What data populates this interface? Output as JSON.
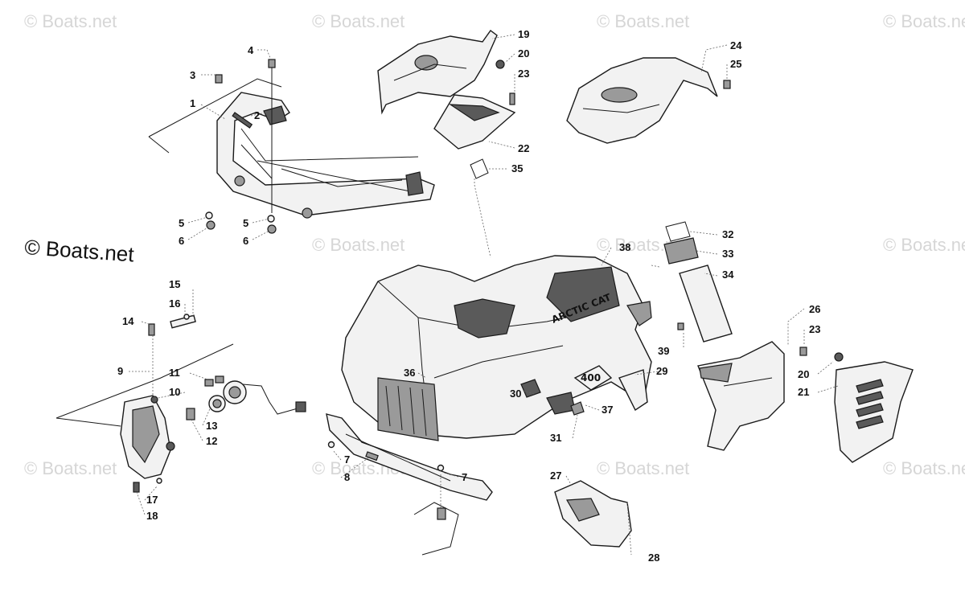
{
  "diagram": {
    "watermark_text": "© Boats.net",
    "decal_text_1": "ARCTIC CAT",
    "decal_text_2": "400",
    "callouts": [
      {
        "id": "c1",
        "label": "1"
      },
      {
        "id": "c2",
        "label": "2"
      },
      {
        "id": "c3",
        "label": "3"
      },
      {
        "id": "c4",
        "label": "4"
      },
      {
        "id": "c5a",
        "label": "5"
      },
      {
        "id": "c6a",
        "label": "6"
      },
      {
        "id": "c5b",
        "label": "5"
      },
      {
        "id": "c6b",
        "label": "6"
      },
      {
        "id": "c7a",
        "label": "7"
      },
      {
        "id": "c7b",
        "label": "7"
      },
      {
        "id": "c8",
        "label": "8"
      },
      {
        "id": "c9",
        "label": "9"
      },
      {
        "id": "c10",
        "label": "10"
      },
      {
        "id": "c11",
        "label": "11"
      },
      {
        "id": "c12",
        "label": "12"
      },
      {
        "id": "c13",
        "label": "13"
      },
      {
        "id": "c14",
        "label": "14"
      },
      {
        "id": "c15",
        "label": "15"
      },
      {
        "id": "c16",
        "label": "16"
      },
      {
        "id": "c17",
        "label": "17"
      },
      {
        "id": "c18",
        "label": "18"
      },
      {
        "id": "c19",
        "label": "19"
      },
      {
        "id": "c20a",
        "label": "20"
      },
      {
        "id": "c20b",
        "label": "20"
      },
      {
        "id": "c21",
        "label": "21"
      },
      {
        "id": "c22",
        "label": "22"
      },
      {
        "id": "c23a",
        "label": "23"
      },
      {
        "id": "c23b",
        "label": "23"
      },
      {
        "id": "c24",
        "label": "24"
      },
      {
        "id": "c25",
        "label": "25"
      },
      {
        "id": "c26",
        "label": "26"
      },
      {
        "id": "c27",
        "label": "27"
      },
      {
        "id": "c28",
        "label": "28"
      },
      {
        "id": "c29",
        "label": "29"
      },
      {
        "id": "c30",
        "label": "30"
      },
      {
        "id": "c31",
        "label": "31"
      },
      {
        "id": "c32",
        "label": "32"
      },
      {
        "id": "c33",
        "label": "33"
      },
      {
        "id": "c34",
        "label": "34"
      },
      {
        "id": "c35",
        "label": "35"
      },
      {
        "id": "c36",
        "label": "36"
      },
      {
        "id": "c37",
        "label": "37"
      },
      {
        "id": "c38",
        "label": "38"
      },
      {
        "id": "c39",
        "label": "39"
      }
    ]
  }
}
